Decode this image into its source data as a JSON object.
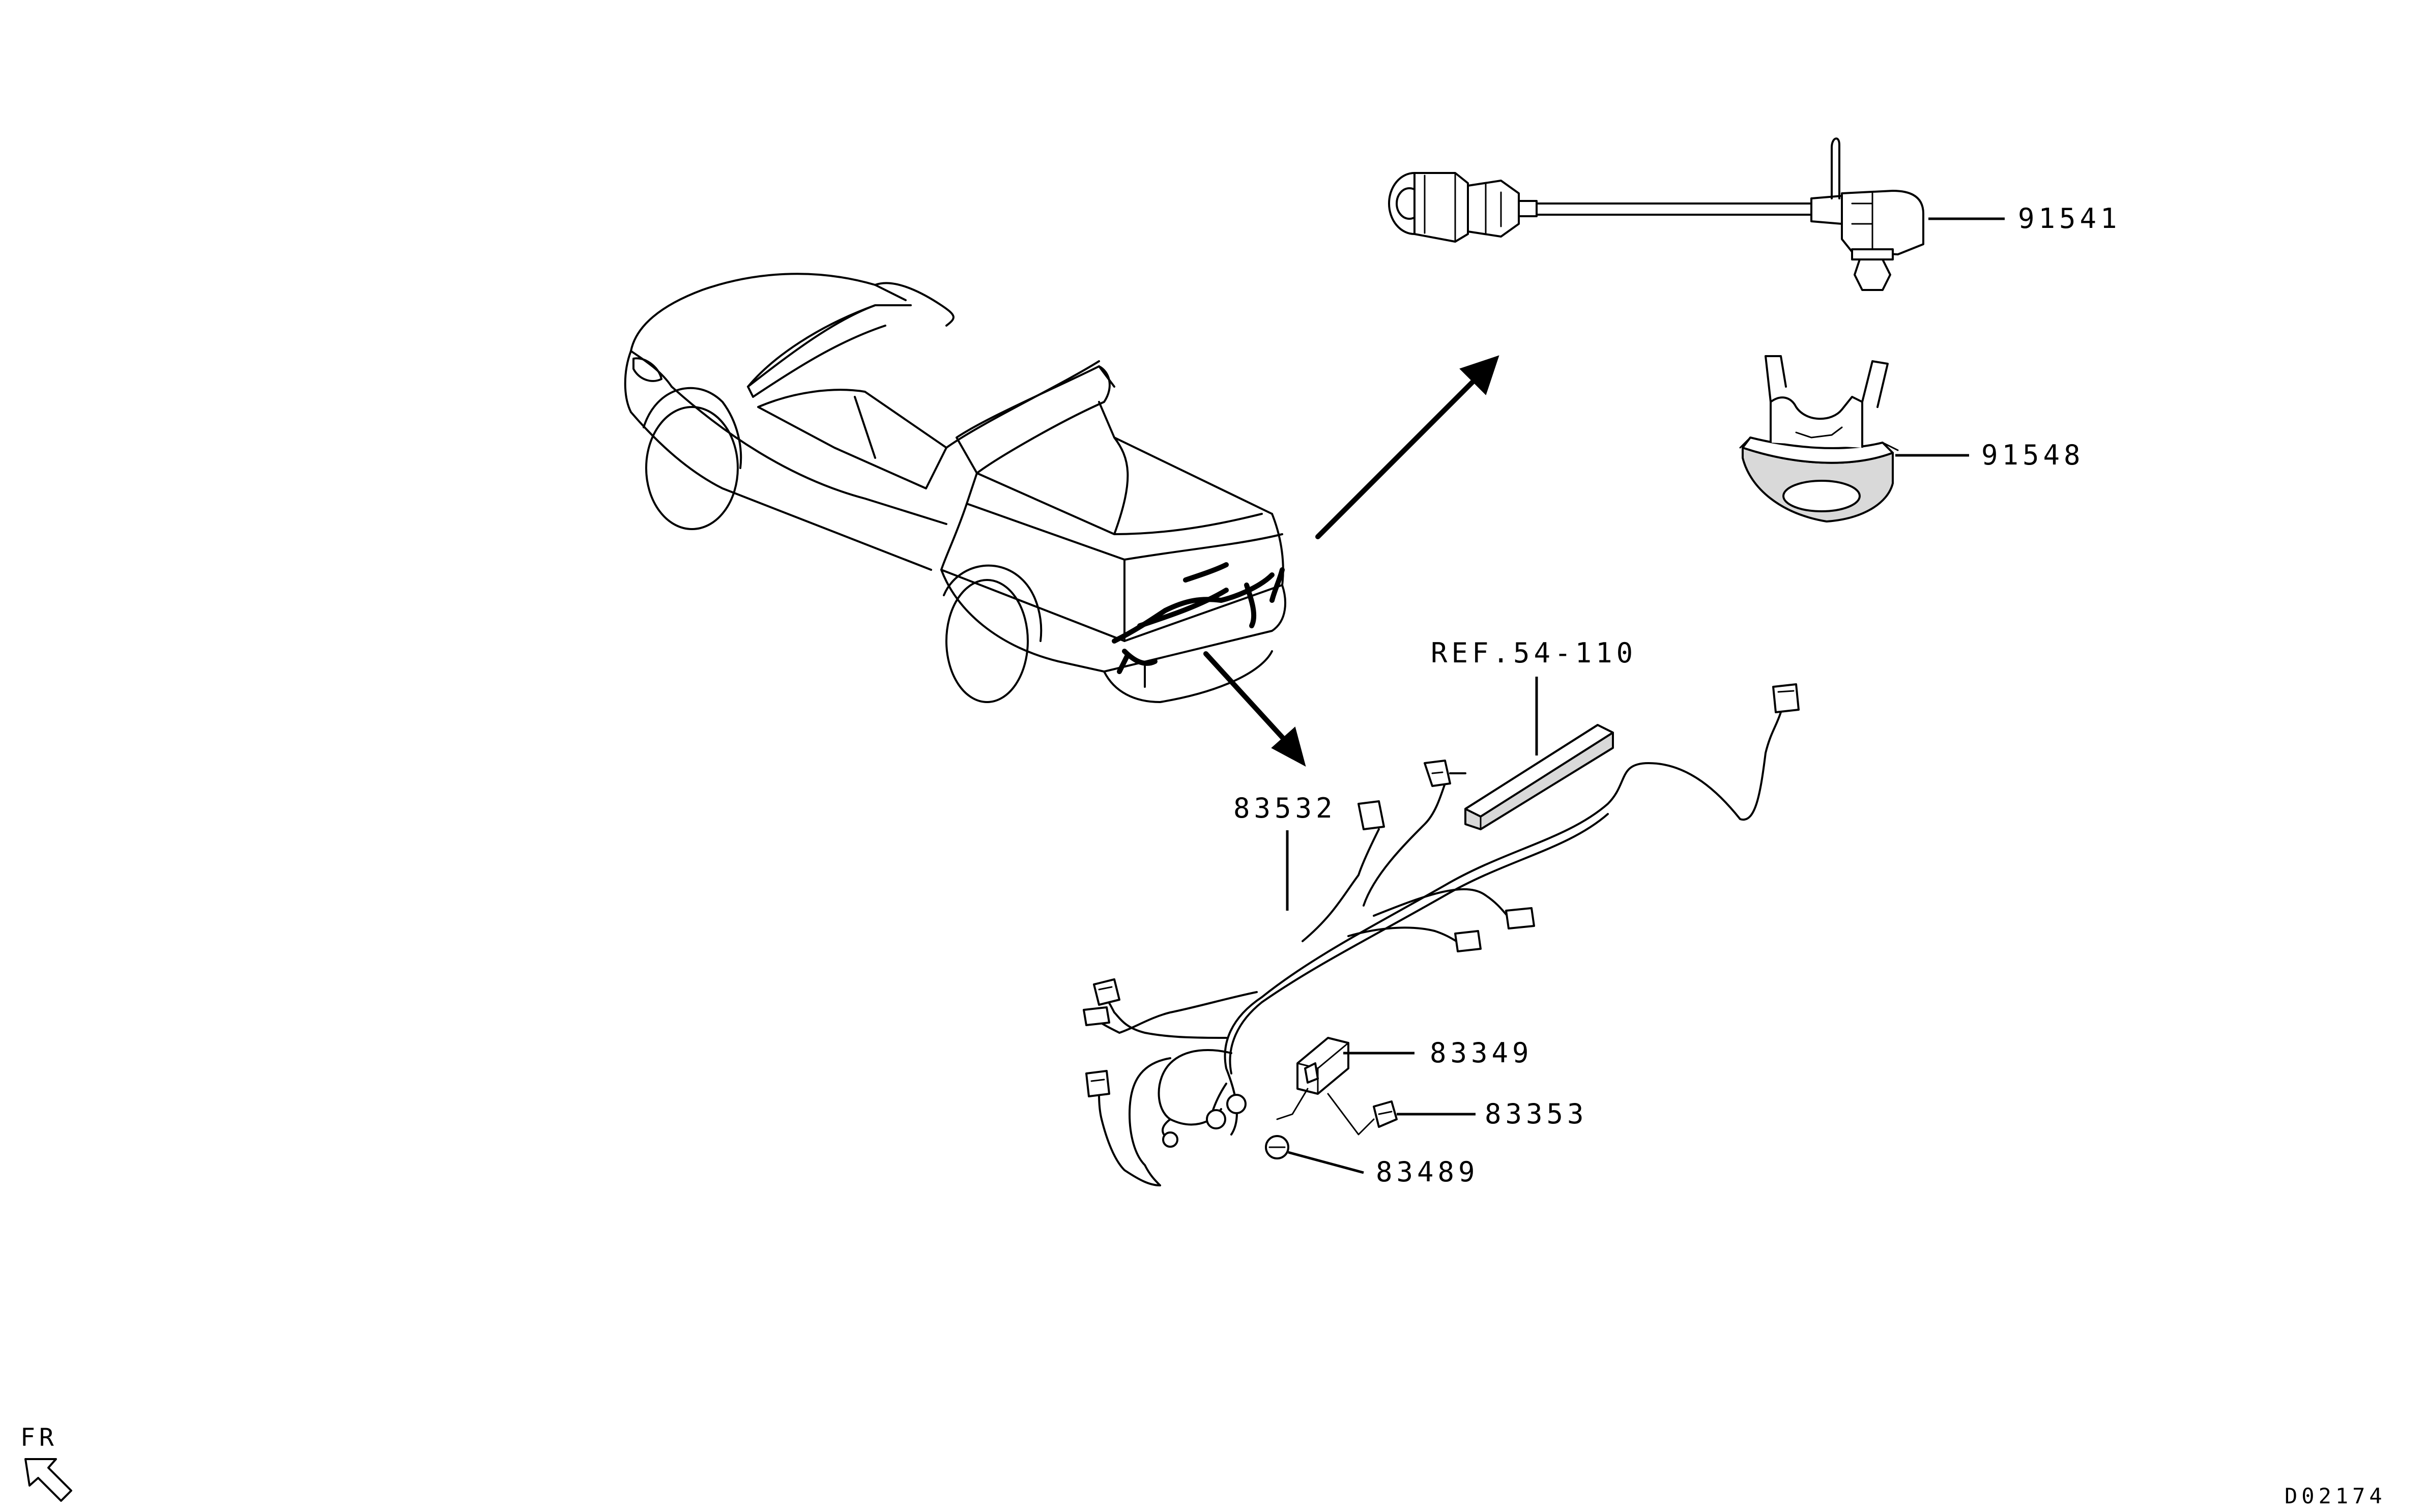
{
  "callouts": {
    "p91541": "91541",
    "p91548": "91548",
    "ref": "REF.54-110",
    "p83532": "83532",
    "p83349": "83349",
    "p83353": "83353",
    "p83489": "83489"
  },
  "orientation": {
    "label": "FR",
    "icon": "front-direction-arrow-icon"
  },
  "diagram_code": "D02174"
}
